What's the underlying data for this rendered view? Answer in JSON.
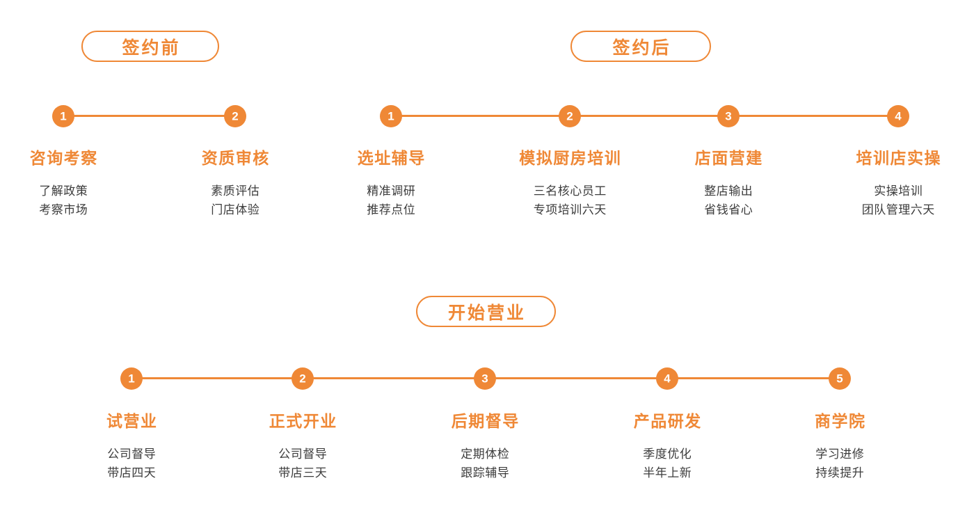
{
  "page": {
    "background": "#ffffff",
    "accent_color": "#ef8836",
    "text_color": "#3c3c3c"
  },
  "sections": [
    {
      "id": "pre-signing",
      "header": "签约前",
      "steps": [
        {
          "number": "1",
          "title": "咨询考察",
          "desc_line1": "了解政策",
          "desc_line2": "考察市场"
        },
        {
          "number": "2",
          "title": "资质审核",
          "desc_line1": "素质评估",
          "desc_line2": "门店体验"
        }
      ]
    },
    {
      "id": "post-signing",
      "header": "签约后",
      "steps": [
        {
          "number": "1",
          "title": "选址辅导",
          "desc_line1": "精准调研",
          "desc_line2": "推荐点位"
        },
        {
          "number": "2",
          "title": "模拟厨房培训",
          "desc_line1": "三名核心员工",
          "desc_line2": "专项培训六天"
        },
        {
          "number": "3",
          "title": "店面营建",
          "desc_line1": "整店输出",
          "desc_line2": "省钱省心"
        },
        {
          "number": "4",
          "title": "培训店实操",
          "desc_line1": "实操培训",
          "desc_line2": "团队管理六天"
        }
      ]
    },
    {
      "id": "open-business",
      "header": "开始营业",
      "steps": [
        {
          "number": "1",
          "title": "试营业",
          "desc_line1": "公司督导",
          "desc_line2": "带店四天"
        },
        {
          "number": "2",
          "title": "正式开业",
          "desc_line1": "公司督导",
          "desc_line2": "带店三天"
        },
        {
          "number": "3",
          "title": "后期督导",
          "desc_line1": "定期体检",
          "desc_line2": "跟踪辅导"
        },
        {
          "number": "4",
          "title": "产品研发",
          "desc_line1": "季度优化",
          "desc_line2": "半年上新"
        },
        {
          "number": "5",
          "title": "商学院",
          "desc_line1": "学习进修",
          "desc_line2": "持续提升"
        }
      ]
    }
  ]
}
